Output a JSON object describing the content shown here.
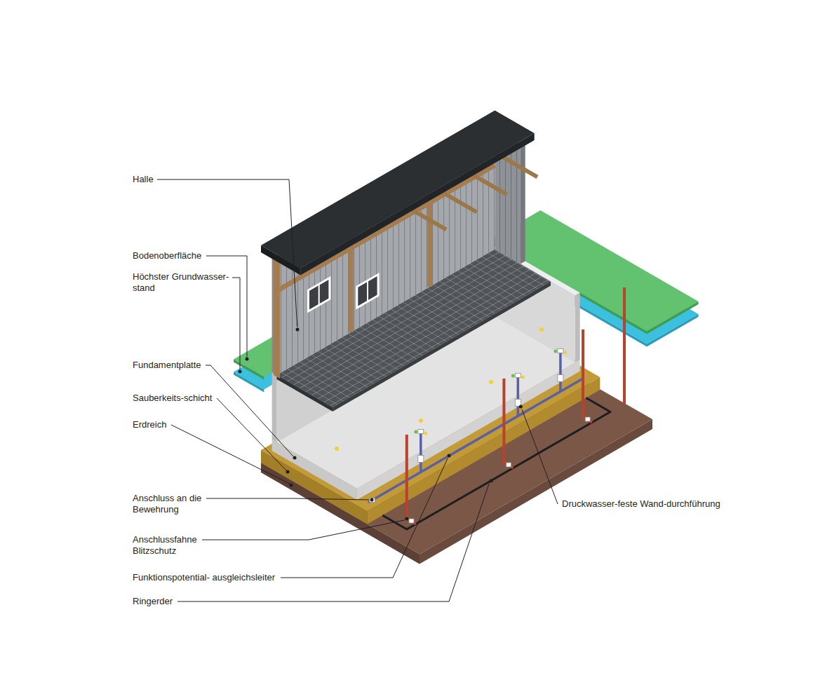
{
  "diagram": {
    "labels": [
      "Halle",
      "Bodenoberfläche",
      "Höchster Grundwasser- stand",
      "Fundamentplatte",
      "Sauberkeits-schicht",
      "Erdreich",
      "Anschluss an die Bewehrung",
      "Druckwasser-feste Wand-durchführung",
      "Anschlussfahne Blitzschutz",
      "Funktionspotential- ausgleichsleiter",
      "Ringerder"
    ]
  }
}
